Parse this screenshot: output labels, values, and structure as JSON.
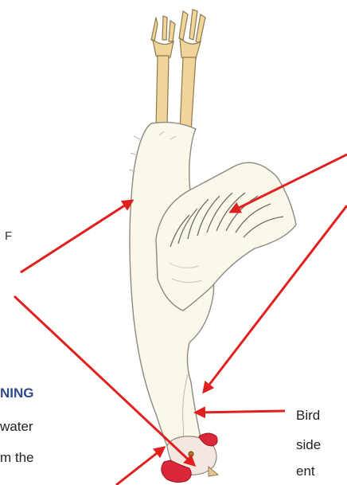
{
  "labels": {
    "fragment": "F",
    "heading": "NING",
    "left_line_1": "water",
    "left_line_2": "m  the",
    "right_line_1": "Bird",
    "right_line_2": "side",
    "right_line_3": "ent"
  },
  "colors": {
    "arrow": "#e0201e",
    "heading": "#2e4a8c",
    "feet": "#f2d49a",
    "body": "#fbf8ea",
    "outline": "#8a8a80",
    "comb": "#d8283a"
  }
}
